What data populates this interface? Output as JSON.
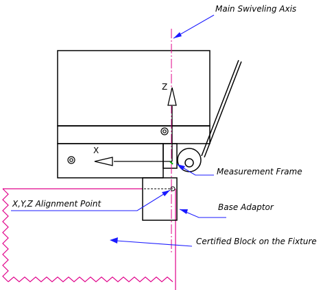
{
  "labels": {
    "main_axis": "Main Swiveling Axis",
    "measurement_frame": "Measurement Frame",
    "base_adaptor": "Base Adaptor",
    "alignment_point": "X,Y,Z Alignment Point",
    "certified_block": "Certified Block on the Fixture"
  },
  "axes": {
    "z": "Z",
    "x": "X"
  },
  "colors": {
    "leader": "#1a1aff",
    "axis_line": "#e0008a",
    "block_outline": "#e0008a",
    "drawing": "#000000",
    "frame_origin": "#00a000"
  }
}
